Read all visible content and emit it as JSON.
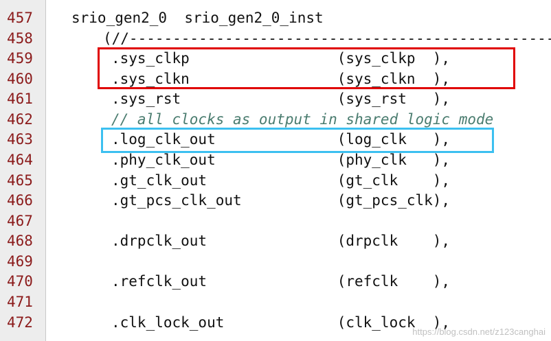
{
  "lines": [
    {
      "num": "457",
      "text": "srio_gen2_0  srio_gen2_0_inst",
      "comment": ""
    },
    {
      "num": "458",
      "text": "(//-------------------------------------------------",
      "comment": ""
    },
    {
      "num": "459",
      "text": ".sys_clkp                 (sys_clkp  ),",
      "comment": ""
    },
    {
      "num": "460",
      "text": ".sys_clkn                 (sys_clkn  ),",
      "comment": ""
    },
    {
      "num": "461",
      "text": ".sys_rst                  (sys_rst   ),",
      "comment": ""
    },
    {
      "num": "462",
      "text": "",
      "comment": "// all clocks as output in shared logic mode"
    },
    {
      "num": "463",
      "text": ".log_clk_out              (log_clk   ),",
      "comment": ""
    },
    {
      "num": "464",
      "text": ".phy_clk_out              (phy_clk   ),",
      "comment": ""
    },
    {
      "num": "465",
      "text": ".gt_clk_out               (gt_clk    ),",
      "comment": ""
    },
    {
      "num": "466",
      "text": ".gt_pcs_clk_out           (gt_pcs_clk),",
      "comment": ""
    },
    {
      "num": "467",
      "text": "",
      "comment": ""
    },
    {
      "num": "468",
      "text": ".drpclk_out               (drpclk    ),",
      "comment": ""
    },
    {
      "num": "469",
      "text": "",
      "comment": ""
    },
    {
      "num": "470",
      "text": ".refclk_out               (refclk    ),",
      "comment": ""
    },
    {
      "num": "471",
      "text": "",
      "comment": ""
    },
    {
      "num": "472",
      "text": ".clk_lock_out             (clk_lock  ),",
      "comment": ""
    }
  ],
  "watermark": "https://blog.csdn.net/z123canghai",
  "colors": {
    "line_number": "#8b1a1a",
    "comment": "#4a7c6f",
    "highlight_red": "#e00000",
    "highlight_blue": "#3cc0f0"
  }
}
